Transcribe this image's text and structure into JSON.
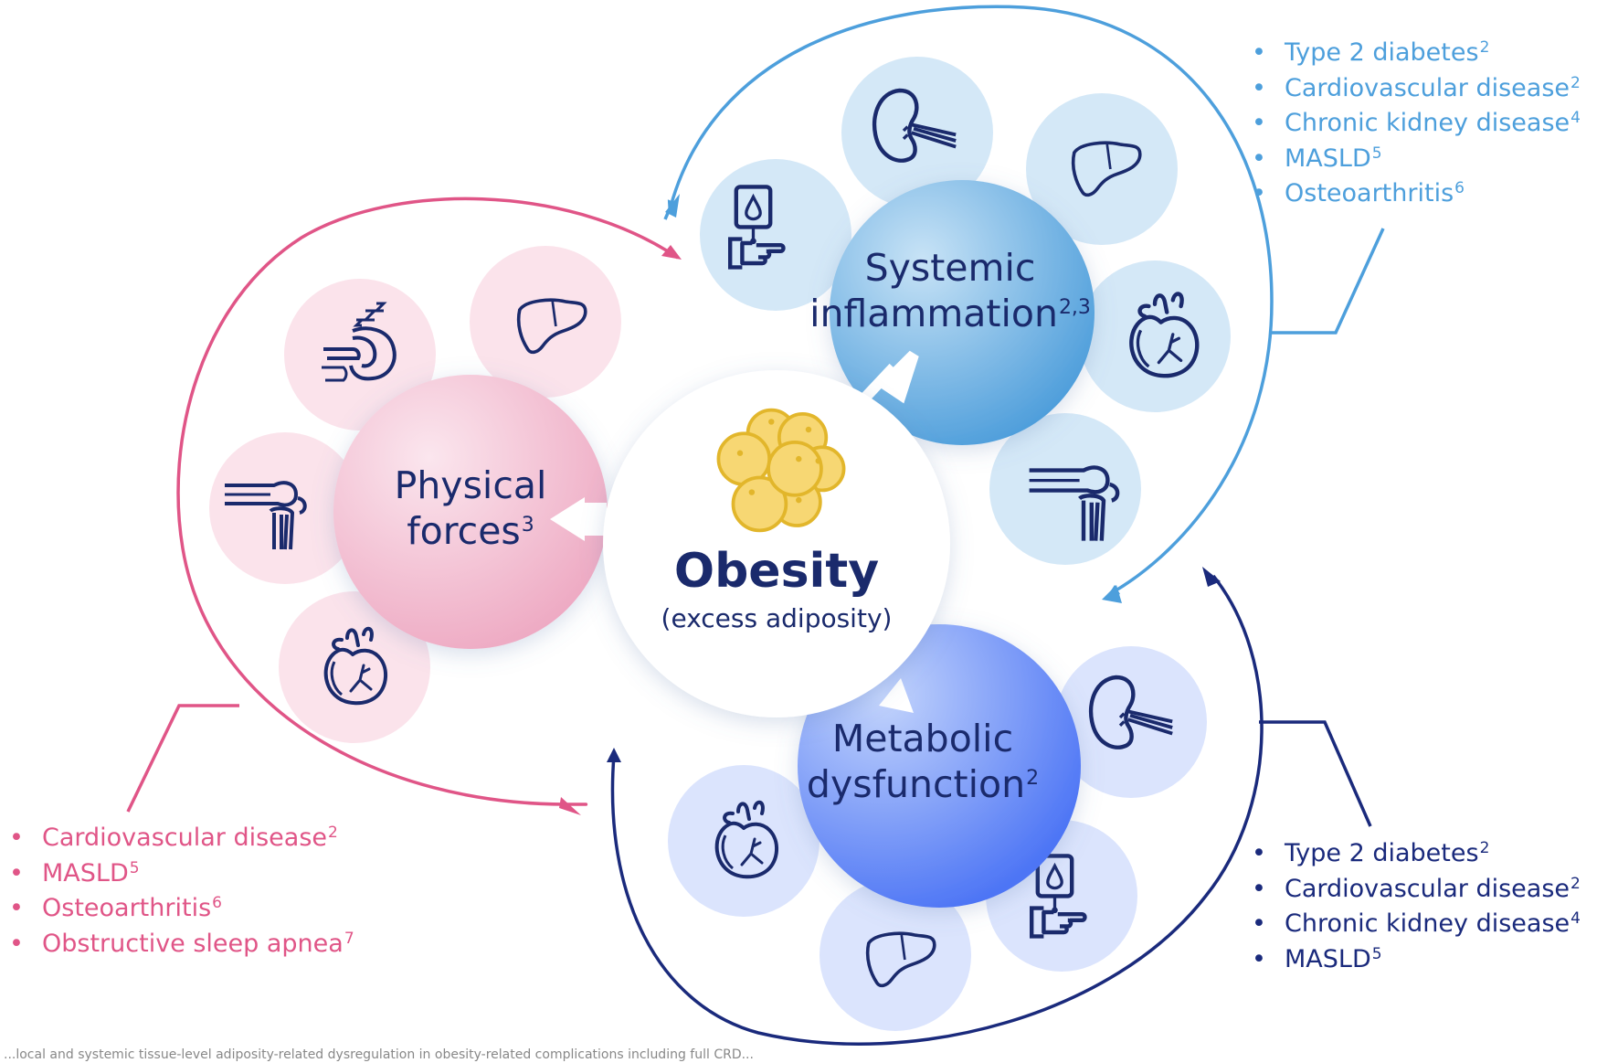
{
  "colors": {
    "inflammation_accent": "#4d9fdc",
    "physical_accent": "#e05587",
    "metabolic_accent": "#1a2a7c",
    "label_text": "#1a2a6c",
    "fat_cell": "#f7d773"
  },
  "center": {
    "title": "Obesity",
    "subtitle": "(excess adiposity)",
    "icon": "fat-cells-icon"
  },
  "inflammation": {
    "label_line1": "Systemic",
    "label_line2": "inflammation",
    "label_ref": "2,3",
    "icons": [
      "glucose-meter-icon",
      "kidney-icon",
      "liver-icon",
      "heart-icon",
      "knee-joint-icon"
    ],
    "conditions": [
      {
        "text": "Type 2 diabetes",
        "ref": "2"
      },
      {
        "text": "Cardiovascular disease",
        "ref": "2"
      },
      {
        "text": "Chronic kidney disease",
        "ref": "4"
      },
      {
        "text": "MASLD",
        "ref": "5"
      },
      {
        "text": "Osteoarthritis",
        "ref": "6"
      }
    ]
  },
  "physical": {
    "label_line1": "Physical",
    "label_line2": "forces",
    "label_ref": "3",
    "icons": [
      "sleep-apnea-icon",
      "liver-icon",
      "knee-joint-icon",
      "heart-icon"
    ],
    "conditions": [
      {
        "text": "Cardiovascular disease",
        "ref": "2"
      },
      {
        "text": "MASLD",
        "ref": "5"
      },
      {
        "text": "Osteoarthritis",
        "ref": "6"
      },
      {
        "text": "Obstructive sleep apnea",
        "ref": "7"
      }
    ]
  },
  "metabolic": {
    "label_line1": "Metabolic",
    "label_line2": "dysfunction",
    "label_ref": "2",
    "icons": [
      "kidney-icon",
      "glucose-meter-icon",
      "liver-icon",
      "heart-icon"
    ],
    "conditions": [
      {
        "text": "Type 2 diabetes",
        "ref": "2"
      },
      {
        "text": "Cardiovascular disease",
        "ref": "2"
      },
      {
        "text": "Chronic kidney disease",
        "ref": "4"
      },
      {
        "text": "MASLD",
        "ref": "5"
      }
    ]
  },
  "footnote": "...local and systemic tissue-level adiposity-related dysregulation in obesity-related complications including full CRD..."
}
